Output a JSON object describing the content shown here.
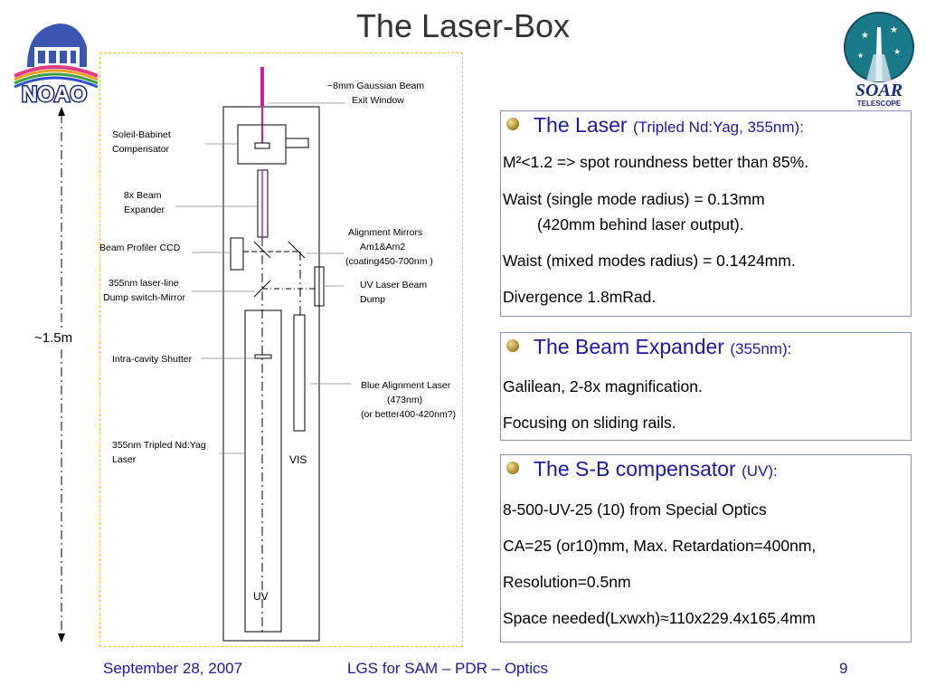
{
  "slide": {
    "title": "The Laser-Box",
    "footer": {
      "date": "September 28, 2007",
      "center": "LGS for SAM – PDR – Optics",
      "page": "9"
    }
  },
  "logos": {
    "left": {
      "text": "NOAO"
    },
    "right": {
      "line1": "SOAR",
      "line2": "TELESCOPE"
    }
  },
  "diagram": {
    "dimension": "~1.5m",
    "labels": {
      "beam_line1": "~8mm Gaussian Beam",
      "beam_line2": "Exit Window",
      "sb_line1": "Soleil-Babinet",
      "sb_line2": "Compensator",
      "be_line1": "8x Beam",
      "be_line2": "Expander",
      "am_line1": "Alignment Mirrors",
      "am_line2": "Am1&Am2",
      "am_line3": "(coating450-700nm )",
      "bp": "Beam Profiler  CCD",
      "dm_line1": "355nm laser-line",
      "dm_line2": "Dump switch-Mirror",
      "uvd_line1": "UV Laser Beam",
      "uvd_line2": "Dump",
      "shutter": "Intra-cavity Shutter",
      "bal_line1": "Blue Alignment Laser",
      "bal_line2": "(473nm)",
      "bal_line3": "(or better400-420nm?)",
      "nd_line1": "355nm Tripled Nd:Yag",
      "nd_line2": "Laser",
      "vis": "VIS",
      "uv": "UV"
    }
  },
  "panels": {
    "laser": {
      "heading": "The Laser",
      "sub": "(Tripled Nd:Yag, 355nm):",
      "lines": [
        "M²<1.2 => spot roundness better than 85%.",
        "Waist (single mode radius) = 0.13mm",
        "(420mm behind laser output).",
        "Waist (mixed modes radius) = 0.1424mm.",
        "Divergence 1.8mRad."
      ]
    },
    "expander": {
      "heading": "The Beam Expander",
      "sub": "(355nm):",
      "lines": [
        "Galilean, 2-8x magnification.",
        "Focusing on sliding rails."
      ]
    },
    "compensator": {
      "heading": "The S-B compensator",
      "sub": "(UV):",
      "lines": [
        "8-500-UV-25 (10) from Special Optics",
        "CA=25 (or10)mm, Max. Retardation=400nm,",
        "Resolution=0.5nm",
        "Space needed(Lxwxh)≈110x229.4x165.4mm"
      ]
    }
  }
}
